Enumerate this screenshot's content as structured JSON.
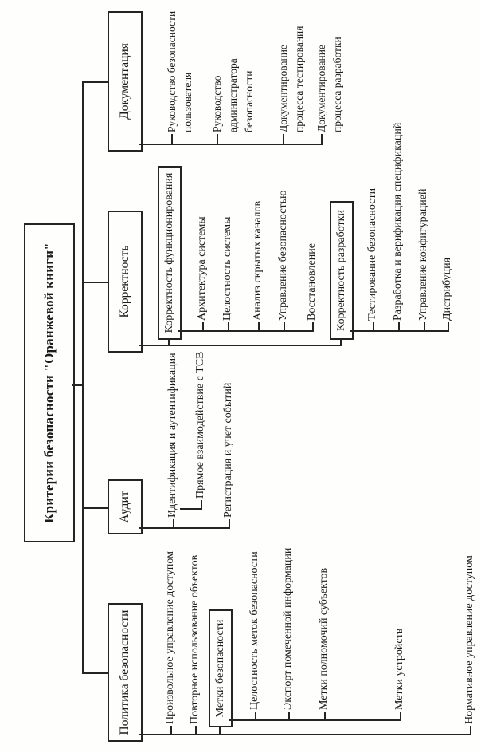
{
  "title": "Критерии безопасности \"Оранжевой книги\"",
  "colors": {
    "ink": "#242424",
    "paper": "#fefefd"
  },
  "branches": [
    {
      "label": "Политика безопасности",
      "children": [
        {
          "label": "Произвольное управление доступом"
        },
        {
          "label": "Повторное использование объектов"
        },
        {
          "label": "Метки безопасности",
          "boxed": true,
          "children": [
            {
              "label": "Целостность меток безопасности"
            },
            {
              "label": "Экспорт помеченной информации"
            },
            {
              "label": "Метки полномочий субъектов"
            },
            {
              "label": "Метки устройств"
            }
          ]
        },
        {
          "label": "Нормативное управление доступом"
        }
      ]
    },
    {
      "label": "Аудит",
      "children": [
        {
          "label": "Идентификация и аутентификация",
          "children": [
            {
              "label": "Прямое взаимодействие с ТСВ"
            }
          ]
        },
        {
          "label": "Регистрация и учет событий"
        }
      ]
    },
    {
      "label": "Корректность",
      "children": [
        {
          "label": "Корректность функционирования",
          "boxed": true,
          "children": [
            {
              "label": "Архитектура системы"
            },
            {
              "label": "Целостность системы"
            },
            {
              "label": "Анализ скрытых каналов"
            },
            {
              "label": "Управление безопасностью"
            },
            {
              "label": "Восстановление"
            }
          ]
        },
        {
          "label": "Корректность разработки",
          "boxed": true,
          "children": [
            {
              "label": "Тестирование безопасности"
            },
            {
              "label": "Разработка и верификация спецификаций"
            },
            {
              "label": "Управление конфигурацией"
            },
            {
              "label": "Дистрибуция"
            }
          ]
        }
      ]
    },
    {
      "label": "Документация",
      "children": [
        {
          "label": "Руководство безопасности пользователя"
        },
        {
          "label": "Руководство администратора безопасности"
        },
        {
          "label": "Документирование процесса тестирования"
        },
        {
          "label": "Документирование процесса разработки"
        }
      ]
    }
  ]
}
